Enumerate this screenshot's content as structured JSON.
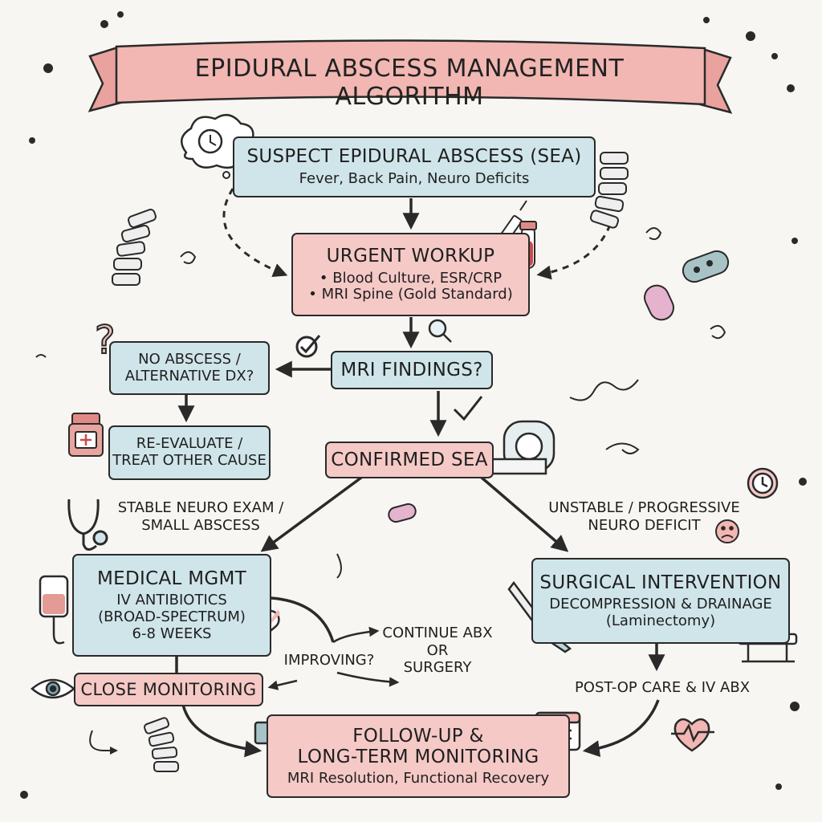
{
  "title": "EPIDURAL ABSCESS MANAGEMENT ALGORITHM",
  "colors": {
    "blue_box": "#cfe5ea",
    "pink_box": "#f5c9c6",
    "banner": "#f2b7b2",
    "outline": "#2a2a2a"
  },
  "nodes": {
    "suspect": {
      "title": "SUSPECT EPIDURAL ABSCESS (SEA)",
      "detail": "Fever, Back Pain, Neuro Deficits"
    },
    "workup": {
      "title": "URGENT WORKUP",
      "items": [
        "• Blood Culture, ESR/CRP",
        "• MRI Spine (Gold Standard)"
      ]
    },
    "mri": {
      "title": "MRI FINDINGS?"
    },
    "no_abscess": {
      "line1": "NO ABSCESS /",
      "line2": "ALTERNATIVE DX?"
    },
    "reevaluate": {
      "line1": "RE-EVALUATE /",
      "line2": "TREAT OTHER CAUSE"
    },
    "confirmed": {
      "title": "CONFIRMED SEA"
    },
    "medical": {
      "title": "MEDICAL MGMT",
      "line1": "IV ANTIBIOTICS",
      "line2": "(BROAD-SPECTRUM)",
      "line3": "6-8 WEEKS"
    },
    "surgical": {
      "title": "SURGICAL INTERVENTION",
      "line1": "DECOMPRESSION & DRAINAGE",
      "line2": "(Laminectomy)"
    },
    "monitoring": {
      "title": "CLOSE MONITORING"
    },
    "followup": {
      "line1": "FOLLOW-UP &",
      "line2": "LONG-TERM MONITORING",
      "line3": "MRI Resolution, Functional Recovery"
    }
  },
  "edge_labels": {
    "stable": {
      "line1": "STABLE NEURO EXAM /",
      "line2": "SMALL ABSCESS"
    },
    "unstable": {
      "line1": "UNSTABLE / PROGRESSIVE",
      "line2": "NEURO DEFICIT"
    },
    "improving": "IMPROVING?",
    "continue": {
      "line1": "CONTINUE ABX",
      "line2": "OR",
      "line3": "SURGERY"
    },
    "postop": "POST-OP CARE & IV ABX"
  },
  "icons": [
    "clock-icon",
    "spine-icon",
    "syringe-icon",
    "blood-tube-icon",
    "bacteria-icon",
    "magnifier-icon",
    "checkmark-icon",
    "question-mark-icon",
    "pill-bottle-icon",
    "mri-scanner-icon",
    "stethoscope-icon",
    "iv-bag-icon",
    "capsule-icon",
    "scalpel-icon",
    "operating-table-icon",
    "sad-face-icon",
    "eye-icon",
    "handshake-icon",
    "calendar-icon",
    "heart-pulse-icon"
  ]
}
